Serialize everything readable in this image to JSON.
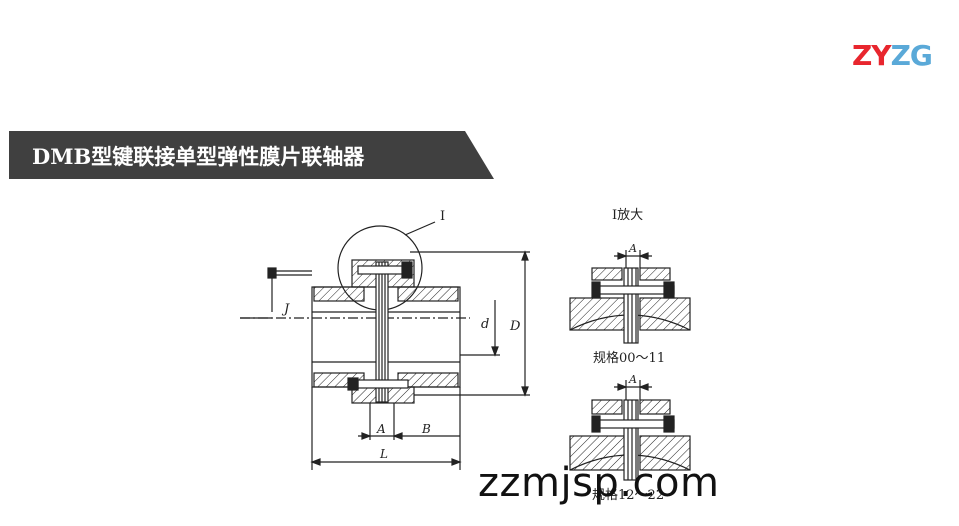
{
  "logo": {
    "part1": "ZY",
    "part2": "ZG",
    "color_primary": "#e8262e",
    "color_secondary": "#5aa9d8"
  },
  "banner": {
    "title": "DMB型键联接单型弹性膜片联轴器",
    "background": "#404040"
  },
  "diagram": {
    "detail_marker": "I",
    "dims": {
      "J": "J",
      "d": "d",
      "D": "D",
      "A": "A",
      "B": "B",
      "L": "L"
    },
    "detail_title": "I放大",
    "detail_a_label": "A",
    "caption_top": "规格00～11",
    "detail_b_label": "A",
    "caption_bottom": "规格12～22"
  },
  "watermark": "zzmjsp.com"
}
